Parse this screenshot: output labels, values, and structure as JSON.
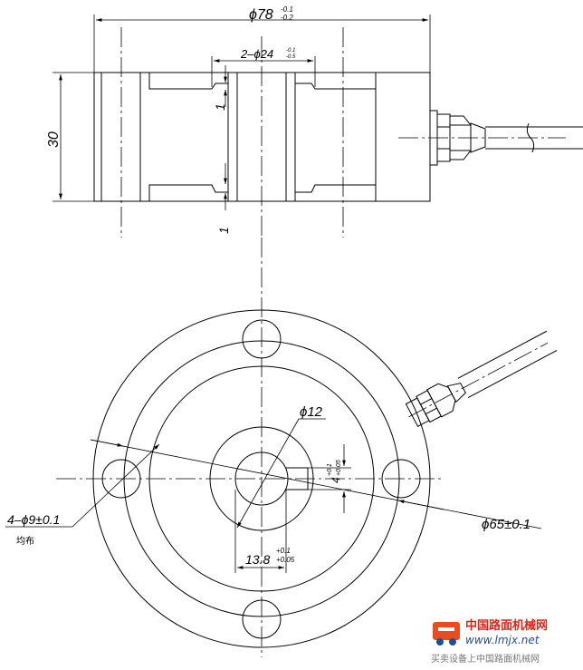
{
  "dims": {
    "outer_dia": "ϕ78",
    "outer_dia_tol_upper": "-0.1",
    "outer_dia_tol_lower": "-0.2",
    "holes_top": "2–ϕ24",
    "holes_top_tol_upper": "-0.1",
    "holes_top_tol_lower": "-0.5",
    "height": "30",
    "gap_top": "1",
    "gap_bottom": "1",
    "inner_dia": "ϕ12",
    "four_holes": "4–ϕ9±0.1",
    "four_holes_note": "均布",
    "pcd": "ϕ65±0.1",
    "width": "13.8",
    "width_tol_upper": "+0.1",
    "width_tol_lower": "+0.05",
    "key_depth": "4",
    "key_depth_tol_upper": "+0.1",
    "key_depth_tol_lower": "+0.05"
  },
  "watermark": {
    "title": "中国路面机械网",
    "url": "www.lmjx.net",
    "tagline": "买卖设备上中国路面机械网"
  }
}
